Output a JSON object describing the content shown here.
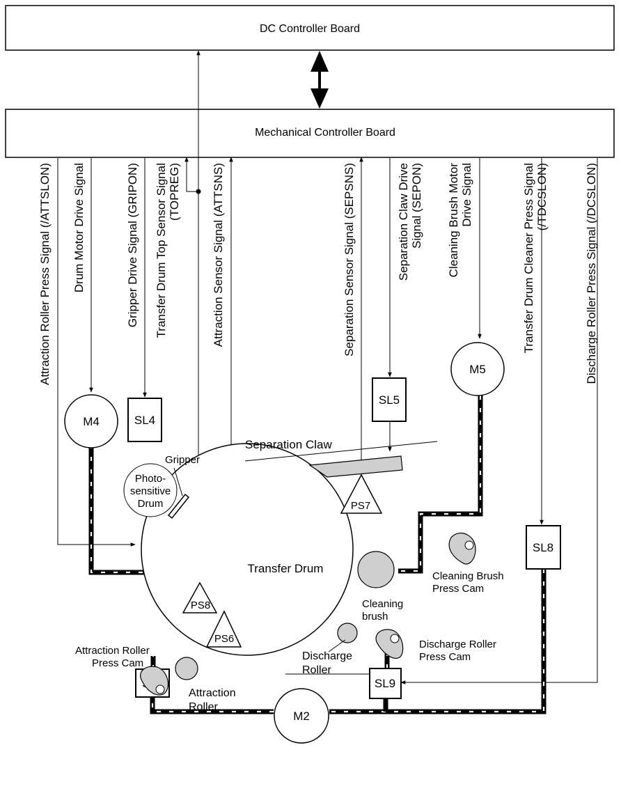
{
  "boards": {
    "dc_controller": "DC Controller Board",
    "mechanical_controller": "Mechanical Controller Board"
  },
  "signals": {
    "attslon": "Attraction Roller Press Signal (/ATTSLON)",
    "drum_motor": "Drum Motor Drive Signal",
    "gripon": "Gripper Drive Signal (GRIPON)",
    "topreg_line1": "Transfer Drum Top Sensor Signal",
    "topreg_line2": "(TOPREG)",
    "attsns": "Attraction Sensor Signal (ATTSNS)",
    "sepsns": "Separation Sensor Signal (SEPSNS)",
    "sepon_line1": "Separation Claw Drive",
    "sepon_line2": "Signal (SEPON)",
    "cleaning_motor_line1": "Cleaning Brush Motor",
    "cleaning_motor_line2": "Drive Signal",
    "tdcslon_line1": "Transfer Drum Cleaner Press Signal",
    "tdcslon_line2": "(/TDCSLON)",
    "dcslon": "Discharge Roller Press Signal (/DCSLON)"
  },
  "components": {
    "m4": "M4",
    "m5": "M5",
    "m2": "M2",
    "sl4": "SL4",
    "sl5": "SL5",
    "sl6": "SL6",
    "sl8": "SL8",
    "sl9": "SL9",
    "ps6": "PS6",
    "ps7": "PS7",
    "ps8": "PS8"
  },
  "labels": {
    "separation_claw": "Separation Claw",
    "gripper": "Gripper",
    "photo_line1": "Photo-",
    "photo_line2": "sensitive",
    "photo_line3": "Drum",
    "transfer_drum": "Transfer Drum",
    "cleaning_brush_line1": "Cleaning",
    "cleaning_brush_line2": "brush",
    "cleaning_cam_line1": "Cleaning Brush",
    "cleaning_cam_line2": "Press Cam",
    "discharge_cam_line1": "Discharge Roller",
    "discharge_cam_line2": "Press Cam",
    "attraction_cam_line1": "Attraction Roller",
    "attraction_cam_line2": "Press Cam",
    "attraction_roller_line1": "Attraction",
    "attraction_roller_line2": "Roller",
    "discharge_roller_line1": "Discharge",
    "discharge_roller_line2": "Roller"
  }
}
